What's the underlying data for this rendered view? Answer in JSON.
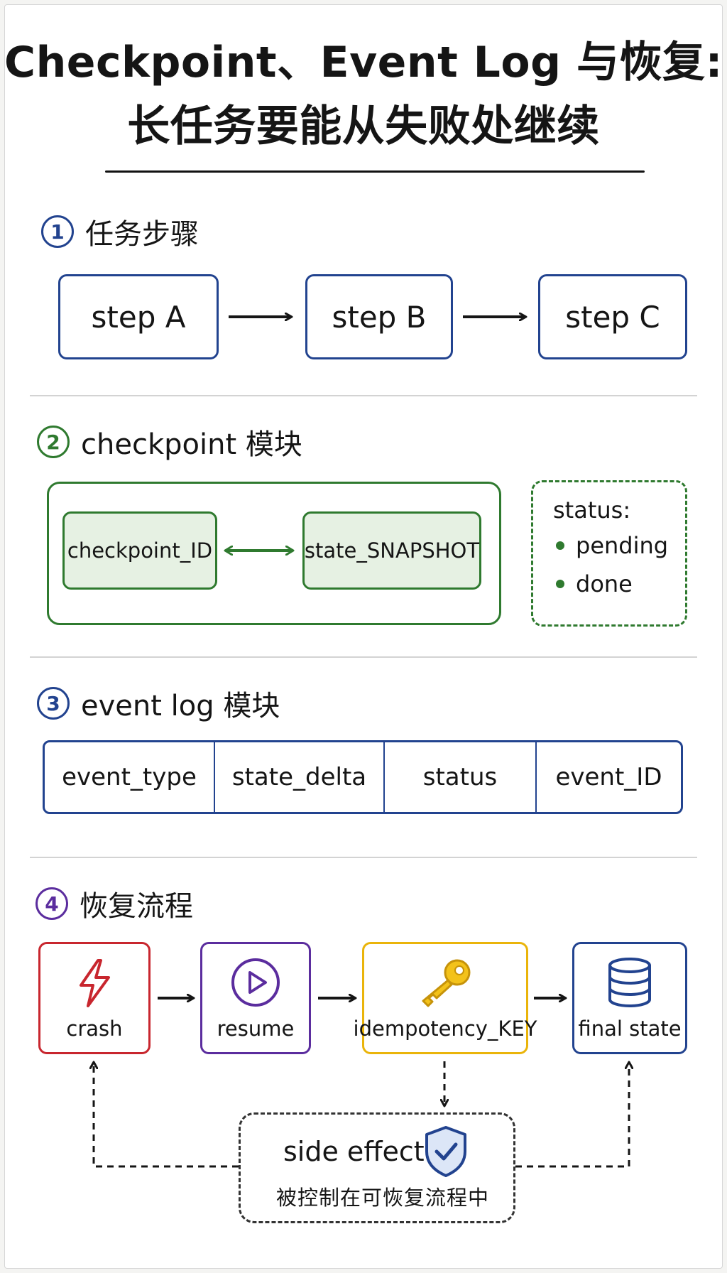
{
  "title": {
    "line1": "Checkpoint、Event Log 与恢复:",
    "line2": "长任务要能从失败处继续"
  },
  "sections": [
    {
      "number": "1",
      "title": "任务步骤",
      "color": "#22438f"
    },
    {
      "number": "2",
      "title": "checkpoint 模块",
      "color": "#2f7a2f"
    },
    {
      "number": "3",
      "title": "event log 模块",
      "color": "#22438f"
    },
    {
      "number": "4",
      "title": "恢复流程",
      "color": "#5b2d9e"
    }
  ],
  "steps": [
    "step A",
    "step B",
    "step C"
  ],
  "checkpoint": {
    "id_label": "checkpoint_ID",
    "snapshot_label": "state_SNAPSHOT",
    "status_label": "status:",
    "status_items": [
      "pending",
      "done"
    ]
  },
  "event_log": {
    "columns": [
      "event_type",
      "state_delta",
      "status",
      "event_ID"
    ]
  },
  "recovery": {
    "nodes": [
      {
        "label": "crash",
        "icon": "lightning-icon",
        "color": "#c8262e"
      },
      {
        "label": "resume",
        "icon": "play-icon",
        "color": "#5b2d9e"
      },
      {
        "label": "idempotency_KEY",
        "icon": "key-icon",
        "color": "#eab40a"
      },
      {
        "label": "final state",
        "icon": "database-icon",
        "color": "#22438f"
      }
    ],
    "side_effect": {
      "title": "side effect",
      "subtitle": "被控制在可恢复流程中",
      "icon": "shield-check-icon",
      "color": "#22438f"
    }
  }
}
